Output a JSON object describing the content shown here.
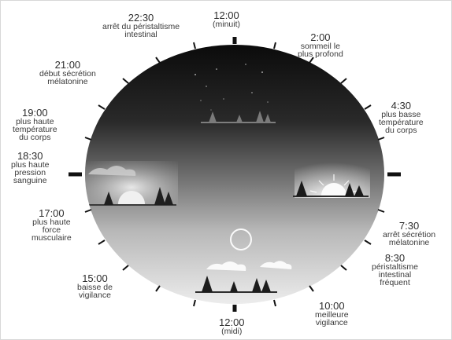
{
  "labels": [
    {
      "time": "12:00",
      "desc_lines": [
        "(minuit)"
      ]
    },
    {
      "time": "2:00",
      "desc_lines": [
        "sommeil le",
        "plus profond"
      ]
    },
    {
      "time": "4:30",
      "desc_lines": [
        "plus basse",
        "température",
        "du corps"
      ]
    },
    {
      "time": "7:30",
      "desc_lines": [
        "arrêt sécrétion",
        "mélatonine"
      ]
    },
    {
      "time": "8:30",
      "desc_lines": [
        "péristaltisme",
        "intestinal",
        "fréquent"
      ]
    },
    {
      "time": "10:00",
      "desc_lines": [
        "meilleure",
        "vigilance"
      ]
    },
    {
      "time": "12:00",
      "desc_lines": [
        "(midi)"
      ]
    },
    {
      "time": "15:00",
      "desc_lines": [
        "baisse de",
        "vigilance"
      ]
    },
    {
      "time": "17:00",
      "desc_lines": [
        "plus haute",
        "force",
        "musculaire"
      ]
    },
    {
      "time": "18:30",
      "desc_lines": [
        "plus haute",
        "pression",
        "sanguine"
      ]
    },
    {
      "time": "19:00",
      "desc_lines": [
        "plus haute",
        "température",
        "du corps"
      ]
    },
    {
      "time": "21:00",
      "desc_lines": [
        "début sécrétion",
        "mélatonine"
      ]
    },
    {
      "time": "22:30",
      "desc_lines": [
        "arrêt du péristaltisme",
        "intestinal"
      ]
    }
  ],
  "scene": {
    "sky_top": "#0c0c0c",
    "sky_bottom": "#e6e6e6",
    "tick_color": "#111111",
    "icons": [
      "moon-icon",
      "sun-icon",
      "tree-icon",
      "cloud-icon",
      "star-icon"
    ]
  }
}
